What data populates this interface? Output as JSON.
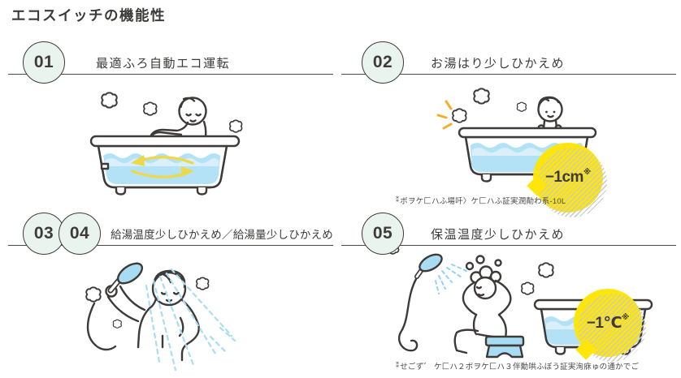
{
  "title": "エコスイッチの機能性",
  "sections": [
    {
      "numbers": [
        "01"
      ],
      "label": "最適ふろ自動エコ運転"
    },
    {
      "numbers": [
        "02"
      ],
      "label": "お湯はり少しひかえめ",
      "badge": {
        "value": "−1cm",
        "ref": "※"
      },
      "footnote": {
        "marker": "⁑",
        "text": "ボヲケ匚ハふ場吀〉ケ匚ハふ証実潤勣わ系-10L"
      }
    },
    {
      "numbers": [
        "03",
        "04"
      ],
      "label": "給湯温度少しひかえめ／給湯量少しひかえめ"
    },
    {
      "numbers": [
        "05"
      ],
      "label": "保温温度少しひかえめ",
      "badge": {
        "value": "−1℃",
        "ref": "※"
      },
      "footnote": {
        "marker": "⁑",
        "text": "せごず゛ ケ匚ハ２ボヲケ匚ハ３伴勳哄ふぼう証実洵庥ゅの通かでご"
      }
    }
  ],
  "icons": {
    "steam_puff": "steam-puff-icon",
    "circulation_arrows": "circulation-arrows-icon",
    "shower_head": "shower-head-icon"
  },
  "colors": {
    "outline": "#3e3a39",
    "rule": "#4a4a4a",
    "number_circle_fill": "#e9f4ee",
    "badge_yellow": "#ffe60a",
    "water_blue": "#b3e2f7",
    "water_highlight": "#d9f0fb",
    "spray_blue": "#a9dcf5",
    "arrow_yellow": "#eed84a",
    "emphasis_orange": "#f6ad2b"
  }
}
